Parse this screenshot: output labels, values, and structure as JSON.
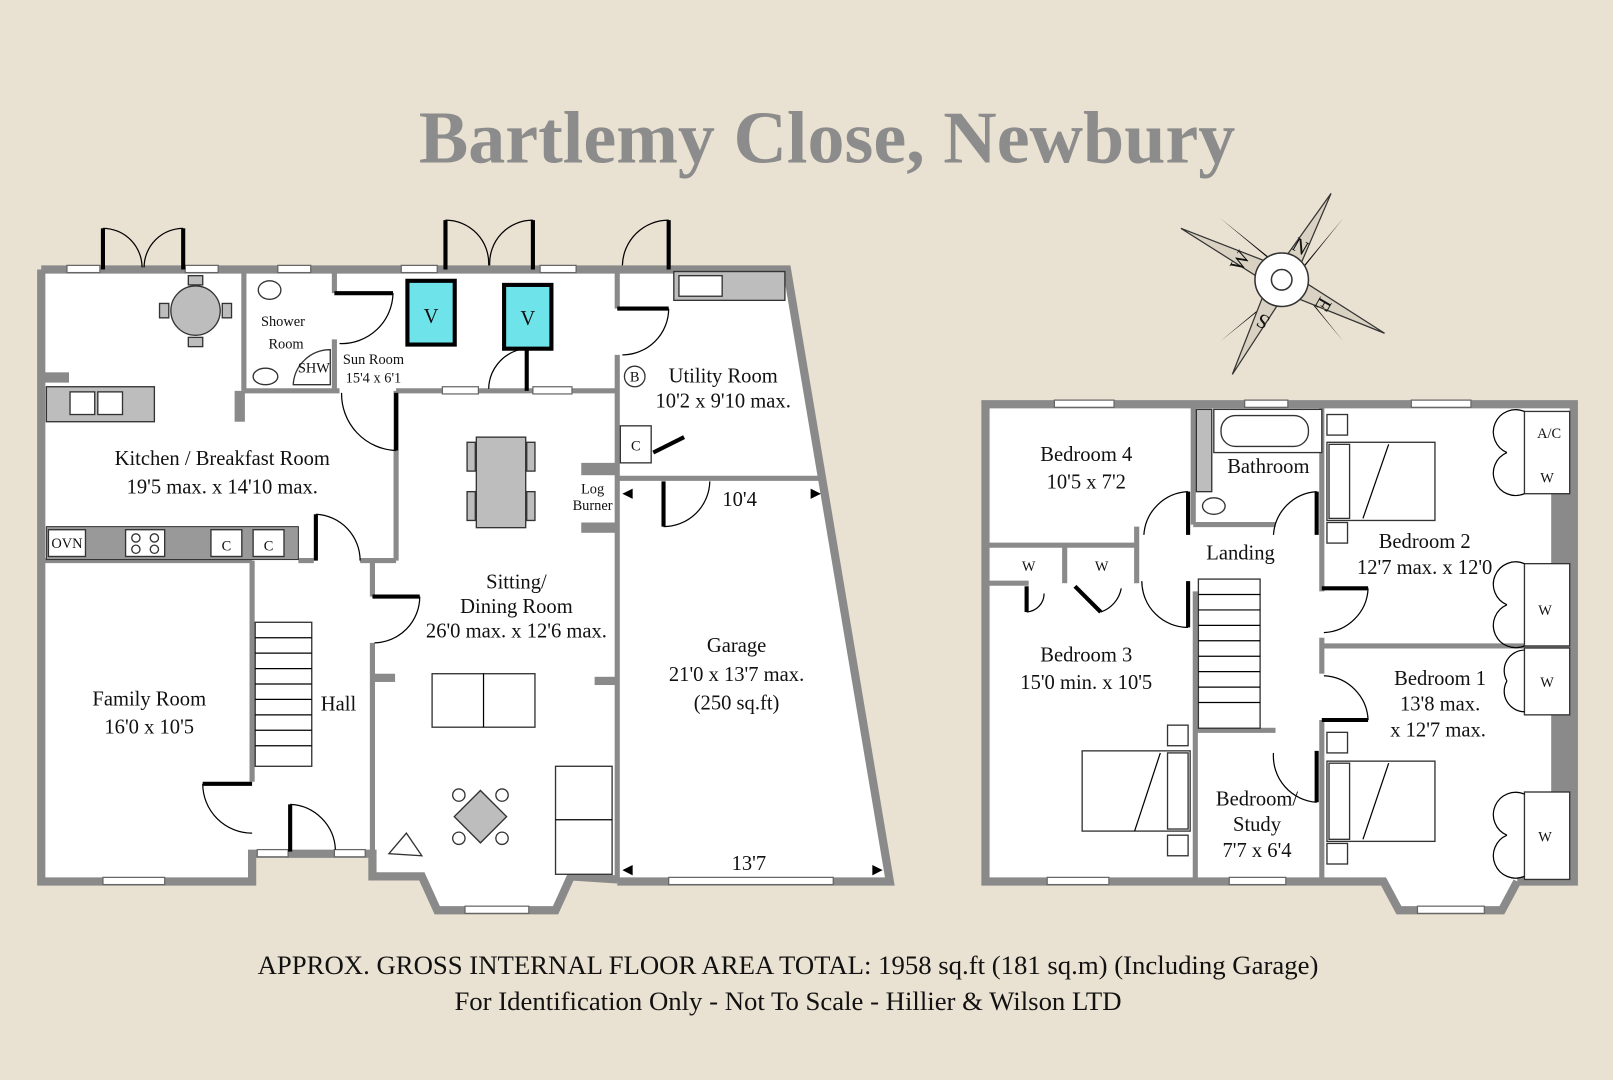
{
  "title": "Bartlemy Close, Newbury",
  "compass": {
    "n": "N",
    "e": "E",
    "s": "S",
    "w": "W"
  },
  "ground_floor": {
    "kitchen": {
      "name": "Kitchen / Breakfast Room",
      "size": "19'5 max. x 14'10 max."
    },
    "shower": {
      "name1": "Shower",
      "name2": "Room",
      "shw": "SHW"
    },
    "sun": {
      "name": "Sun Room",
      "size": "15'4 x 6'1"
    },
    "utility": {
      "name": "Utility Room",
      "size": "10'2 x 9'10 max.",
      "boiler": "B"
    },
    "cupboard": "C",
    "log_burner": {
      "l1": "Log",
      "l2": "Burner"
    },
    "sitting": {
      "l1": "Sitting/",
      "l2": "Dining Room",
      "size": "26'0 max. x 12'6 max."
    },
    "garage": {
      "name": "Garage",
      "size": "21'0 x 13'7 max.",
      "area": "(250 sq.ft)",
      "dim_top": "10'4",
      "dim_bottom": "13'7"
    },
    "family": {
      "name": "Family Room",
      "size": "16'0 x 10'5"
    },
    "hall": "Hall",
    "worktop": {
      "oven": "OVN",
      "c1": "C",
      "c2": "C"
    }
  },
  "first_floor": {
    "bed4": {
      "name": "Bedroom 4",
      "size": "10'5 x 7'2"
    },
    "bathroom": "Bathroom",
    "bed2": {
      "name": "Bedroom 2",
      "size": "12'7 max. x 12'0"
    },
    "landing": "Landing",
    "bed3": {
      "name": "Bedroom 3",
      "size": "15'0 min. x 10'5"
    },
    "bed1": {
      "name": "Bedroom 1",
      "size1": "13'8 max.",
      "size2": "x 12'7 max."
    },
    "study": {
      "l1": "Bedroom/",
      "l2": "Study",
      "size": "7'7 x 6'4"
    },
    "ac": "A/C",
    "wardrobe": "W"
  },
  "footer": {
    "line1": "APPROX. GROSS INTERNAL FLOOR AREA TOTAL: 1958 sq.ft (181 sq.m) (Including Garage)",
    "line2": "For Identification Only - Not To Scale - Hillier & Wilson LTD"
  }
}
